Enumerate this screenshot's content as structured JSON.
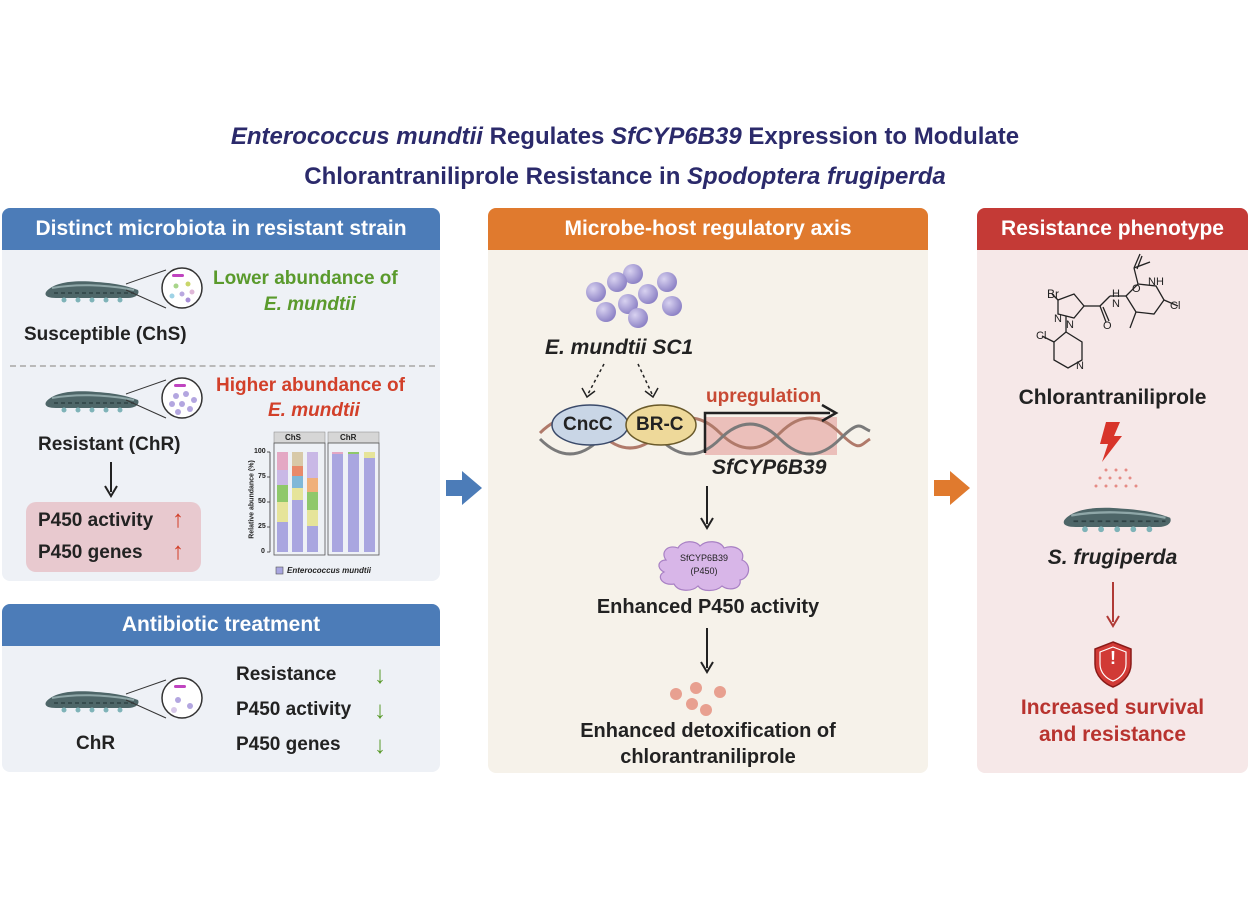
{
  "title": {
    "line1_italic1": "Enterococcus mundtii",
    "line1_normal1": " Regulates ",
    "line1_italic2": "SfCYP6B39",
    "line1_normal2": " Expression to Modulate",
    "line2_normal": "Chlorantraniliprole Resistance in ",
    "line2_italic": "Spodoptera frugiperda"
  },
  "panel1": {
    "header": "Distinct microbiota in resistant strain",
    "susceptible_label": "Susceptible (ChS)",
    "lower_abundance": "Lower abundance of",
    "lower_species": "E. mundtii",
    "resistant_label": "Resistant (ChR)",
    "higher_abundance": "Higher abundance of",
    "higher_species": "E. mundtii",
    "p450_activity": "P450 activity",
    "p450_genes": "P450 genes",
    "up_arrow_glyph": "↑",
    "colors": {
      "header": "#4c7cb8",
      "bg": "#eef1f6",
      "green": "#5a9a2c",
      "red": "#d2402a"
    }
  },
  "inset_chart": {
    "group_labels": [
      "ChS",
      "ChR"
    ],
    "ylabel": "Relative abundance (%)",
    "yticks": [
      "0",
      "25",
      "50",
      "75",
      "100"
    ],
    "legend": "Enterococcus mundtii"
  },
  "panel2": {
    "header": "Antibiotic treatment",
    "chr_label": "ChR",
    "items": [
      "Resistance",
      "P450 activity",
      "P450 genes"
    ],
    "down_arrow_glyph": "↓",
    "colors": {
      "header": "#4c7cb8"
    }
  },
  "panel3": {
    "header": "Microbe-host regulatory axis",
    "bacteria_label": "E. mundtii SC1",
    "cncc": "CncC",
    "brc": "BR-C",
    "upregulation": "upregulation",
    "gene": "SfCYP6B39",
    "protein_line1": "SfCYP6B39",
    "protein_line2": "(P450)",
    "enhanced_p450": "Enhanced P450 activity",
    "detox_line1": "Enhanced detoxification of",
    "detox_line2": "chlorantraniliprole",
    "colors": {
      "header": "#e07a2e",
      "bg": "#f6f2ea"
    }
  },
  "panel4": {
    "header": "Resistance phenotype",
    "compound": "Chlorantraniliprole",
    "chem_labels": {
      "br": "Br",
      "n1": "N",
      "n2": "N",
      "o1": "O",
      "nh1": "NH",
      "o2": "O",
      "h": "H",
      "n3": "N",
      "cl1": "Cl",
      "cl2": "Cl",
      "n4": "N"
    },
    "species": "S. frugiperda",
    "shield_glyph": "!",
    "result_line1": "Increased survival",
    "result_line2": "and resistance",
    "colors": {
      "header": "#c43a36",
      "bg": "#f6e8e8"
    }
  }
}
